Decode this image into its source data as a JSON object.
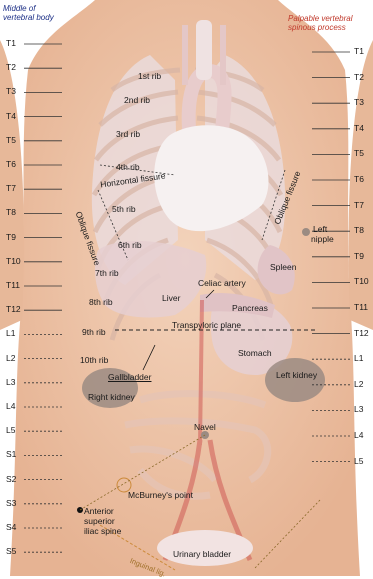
{
  "header": {
    "left_line1": "Middle of",
    "left_line2": "vertebral body",
    "right_line1": "Palpable vertebral",
    "right_line2": "spinous process"
  },
  "left_levels": [
    "T1",
    "T2",
    "T3",
    "T4",
    "T5",
    "T6",
    "T7",
    "T8",
    "T9",
    "T10",
    "T11",
    "T12",
    "L1",
    "L2",
    "L3",
    "L4",
    "L5",
    "S1",
    "S2",
    "S3",
    "S4",
    "S5"
  ],
  "right_levels": [
    "T1",
    "T2",
    "T3",
    "T4",
    "T5",
    "T6",
    "T7",
    "T8",
    "T9",
    "T10",
    "T11",
    "T12",
    "L1",
    "L2",
    "L3",
    "L4",
    "L5"
  ],
  "labels": {
    "rib1": "1st rib",
    "rib2": "2nd rib",
    "rib3": "3rd rib",
    "rib4": "4th rib",
    "rib5": "5th rib",
    "rib6": "6th rib",
    "rib7": "7th rib",
    "rib8": "8th rib",
    "rib9": "9th rib",
    "rib10": "10th rib",
    "horizontal_fissure": "Horizontal fissure",
    "oblique_fissure_left": "Oblique fissure",
    "oblique_fissure_right": "Oblique fissure",
    "left_nipple_1": "Left",
    "left_nipple_2": "nipple",
    "spleen": "Spleen",
    "celiac_artery": "Celiac artery",
    "liver": "Liver",
    "pancreas": "Pancreas",
    "transpyloric_plane": "Transpyloric plane",
    "stomach": "Stomach",
    "gallbladder": "Gallbladder",
    "left_kidney": "Left kidney",
    "right_kidney": "Right kidney",
    "navel": "Navel",
    "mcburney": "McBurney's point",
    "asis_1": "Anterior",
    "asis_2": "superior",
    "asis_3": "iliac spine",
    "inguinal": "Inguinal lig.",
    "urinary_bladder": "Urinary bladder"
  },
  "colors": {
    "skin": "#f0c9ad",
    "skin_dark": "#e3ab8c",
    "header_left": "#1c2f86",
    "header_right": "#c0392b",
    "organ": "#e8d3d4",
    "heart": "#f4eeee",
    "kidney": "#9a8a80",
    "vessel": "#c94a46"
  }
}
